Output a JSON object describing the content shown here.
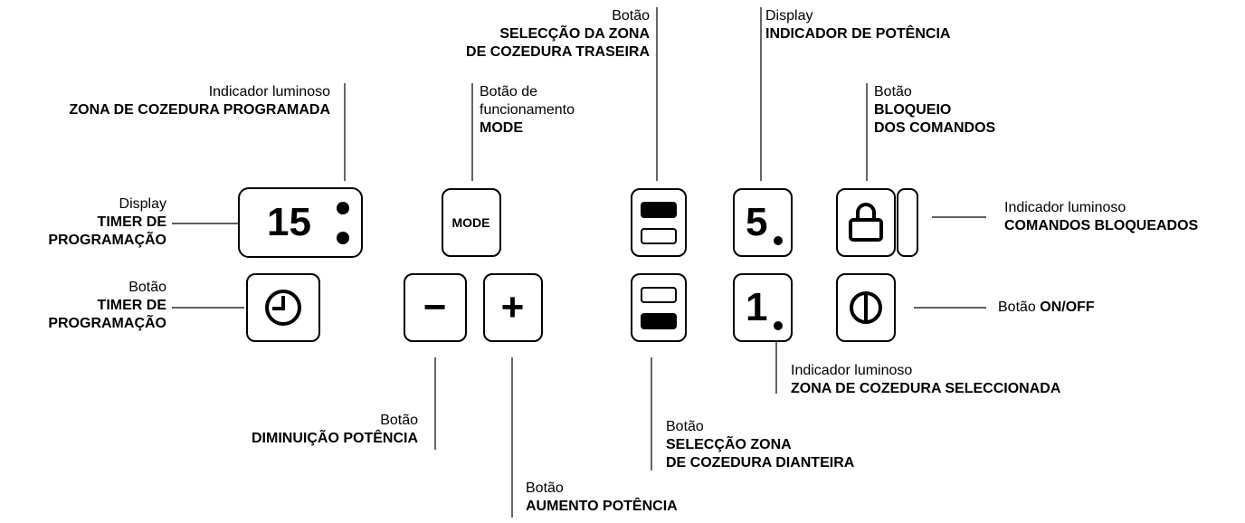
{
  "labels": {
    "led_programmed_zone": {
      "line1": "Indicador luminoso",
      "line2": "ZONA DE COZEDURA PROGRAMADA"
    },
    "display_timer": {
      "line1": "Display",
      "line2": "TIMER DE",
      "line3": "PROGRAMAÇÃO"
    },
    "button_timer": {
      "line1": "Botão",
      "line2": "TIMER DE",
      "line3": "PROGRAMAÇÃO"
    },
    "button_mode": {
      "line1": "Botão de",
      "line2": "funcionamento",
      "line3": "MODE"
    },
    "button_rear_zone": {
      "line1": "Botão",
      "line2": "SELECÇÃO DA ZONA",
      "line3": "DE COZEDURA TRASEIRA"
    },
    "display_power": {
      "line1": "Display",
      "line2": "INDICADOR DE POTÊNCIA"
    },
    "button_lock": {
      "line1": "Botão",
      "line2": "BLOQUEIO",
      "line3": "DOS COMANDOS"
    },
    "led_locked": {
      "line1": "Indicador luminoso",
      "line2": "COMANDOS BLOQUEADOS"
    },
    "button_onoff": {
      "line1": "Botão ",
      "line2": "ON/OFF"
    },
    "led_selected_zone": {
      "line1": "Indicador luminoso",
      "line2": "ZONA DE COZEDURA SELECCIONADA"
    },
    "button_decrease": {
      "line1": "Botão",
      "line2": "DIMINUIÇÃO POTÊNCIA"
    },
    "button_increase": {
      "line1": "Botão",
      "line2": "AUMENTO POTÊNCIA"
    },
    "button_front_zone": {
      "line1": "Botão",
      "line2": "SELECÇÃO ZONA",
      "line3": "DE COZEDURA DIANTEIRA"
    }
  },
  "controls": {
    "timer_display_value": "15",
    "mode_label": "MODE",
    "power_display_rear": "5",
    "power_display_front": "1",
    "minus_symbol": "−",
    "plus_symbol": "+"
  }
}
